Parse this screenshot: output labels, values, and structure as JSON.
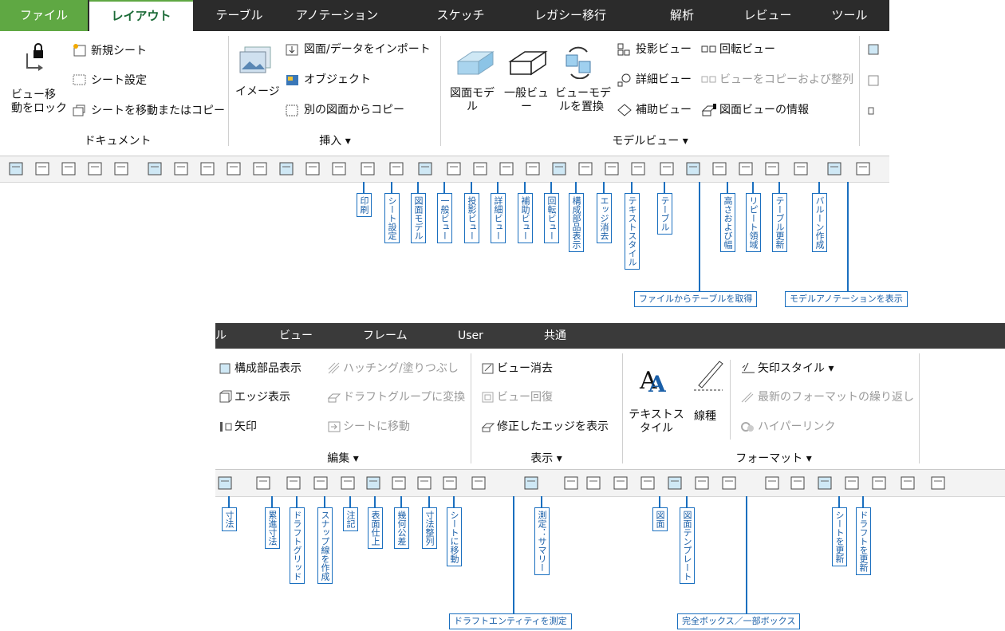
{
  "ribbon_top": {
    "tabs": [
      "ファイル",
      "レイアウト",
      "テーブル",
      "アノテーション",
      "スケッチ",
      "レガシー移行",
      "解析",
      "レビュー",
      "ツール"
    ],
    "groups": {
      "document": {
        "label": "ドキュメント",
        "lock_view": "ビュー移\n動をロック",
        "new_sheet": "新規シート",
        "sheet_setup": "シート設定",
        "move_copy_sheet": "シートを移動またはコピー"
      },
      "insert": {
        "label": "挿入 ▾",
        "image": "イメージ",
        "import": "図面/データをインポート",
        "object": "オブジェクト",
        "copy_from_other": "別の図面からコピー"
      },
      "model_views": {
        "label": "モデルビュー ▾",
        "drawing_model": "図面モデ\nル",
        "general_view": "一般ビュ\nー",
        "replace_view": "ビューモデ\nルを置換",
        "projection": "投影ビュー",
        "revolved": "回転ビュー",
        "detail": "詳細ビュー",
        "copy_align": "ビューをコピーおよび整列",
        "auxiliary": "補助ビュー",
        "view_info": "図面ビューの情報"
      }
    }
  },
  "callouts_top": [
    "印刷",
    "シート設定",
    "図面モデル",
    "一般ビュー",
    "投影ビュー",
    "詳細ビュー",
    "補助ビュー",
    "回転ビュー",
    "構成部品表示",
    "エッジ消去",
    "テキストスタイル",
    "テーブル",
    "高さおよび幅",
    "リピート領域",
    "テーブル更新",
    "バルーン作成"
  ],
  "callouts_top_h": [
    "ファイルからテーブルを取得",
    "モデルアノテーションを表示"
  ],
  "ribbon_bottom": {
    "tabs": [
      "ル",
      "ビュー",
      "フレーム",
      "User",
      "共通"
    ],
    "groups": {
      "edit": {
        "label": "編集 ▾",
        "component_display": "構成部品表示",
        "hatching": "ハッチング/塗りつぶし",
        "edge_display": "エッジ表示",
        "convert_draft_group": "ドラフトグループに変換",
        "arrow": "矢印",
        "move_to_sheet": "シートに移動"
      },
      "display": {
        "label": "表示 ▾",
        "erase_view": "ビュー消去",
        "resume_view": "ビュー回復",
        "show_modified_edges": "修正したエッジを表示"
      },
      "format": {
        "label": "フォーマット ▾",
        "text_style": "テキストス\nタイル",
        "line_style": "線種",
        "arrow_style": "矢印スタイル ▾",
        "repeat_format": "最新のフォーマットの繰り返し",
        "hyperlink": "ハイパーリンク"
      }
    }
  },
  "callouts_bottom": [
    "寸法",
    "累進寸法",
    "ドラフトグリッド",
    "スナップ線を作成",
    "注記",
    "表面仕上",
    "幾何公差",
    "寸法整列",
    "シートに移動",
    "測定：サマリー",
    "図面",
    "図面テンプレート",
    "シートを更新",
    "ドラフトを更新"
  ],
  "callouts_bottom_h": [
    "ドラフトエンティティを測定",
    "完全ボックス／一部ボックス"
  ],
  "colors": {
    "accent_green": "#5fa843",
    "callout_blue": "#1a6fbf",
    "tabbar": "#2b2b2b"
  }
}
